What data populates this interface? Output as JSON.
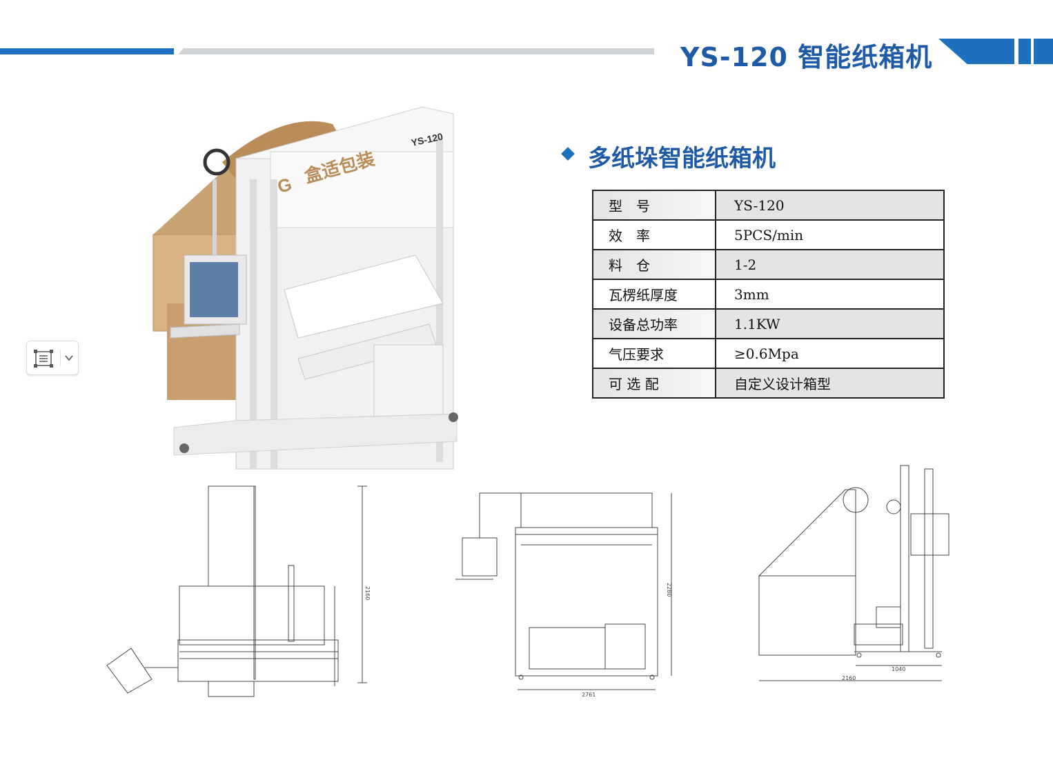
{
  "header": {
    "title": "YS-120 智能纸箱机"
  },
  "section": {
    "heading": "多纸垛智能纸箱机"
  },
  "specs": [
    {
      "label": "型　号",
      "value": "YS-120"
    },
    {
      "label": "效　率",
      "value": "5PCS/min"
    },
    {
      "label": "料　仓",
      "value": "1-2"
    },
    {
      "label": "瓦楞纸厚度",
      "value": "3mm"
    },
    {
      "label": "设备总功率",
      "value": "1.1KW"
    },
    {
      "label": "气压要求",
      "value": "≥0.6Mpa"
    },
    {
      "label": "可 选 配",
      "value": "自定义设计箱型"
    }
  ],
  "photo": {
    "model_label": "YS-120",
    "brand_text": "盒适包装"
  },
  "drawings": {
    "top_height": "2160",
    "front_height": "2280",
    "front_width": "2761",
    "side_depth": "1040",
    "side_length": "2160"
  },
  "colors": {
    "brand_blue": "#1f6fbf",
    "title_blue": "#1f5aa6",
    "header_grey": "#cfd3d6",
    "table_shade": "#e4e4e4"
  },
  "icons": {
    "toolbar_left": "crop-icon",
    "toolbar_right": "chevron-down-icon",
    "bullet": "diamond-bullet-icon"
  }
}
